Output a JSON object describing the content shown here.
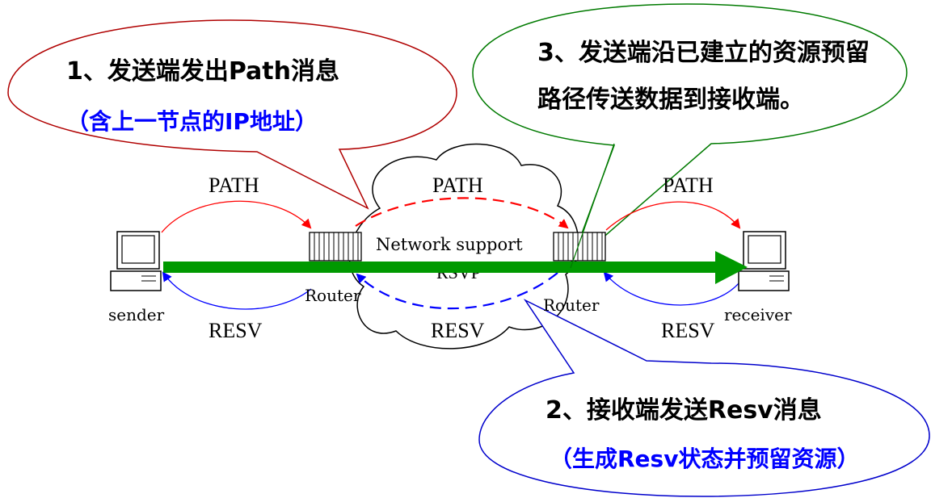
{
  "callouts": {
    "step1": {
      "line1": "1、发送端发出Path消息",
      "line2": "（含上一节点的IP地址）"
    },
    "step2": {
      "line1": "2、接收端发送Resv消息",
      "line2": "（生成Resv状态并预留资源）"
    },
    "step3": {
      "line1": "3、发送端沿已建立的资源预留",
      "line2": "路径传送数据到接收端。"
    }
  },
  "labels": {
    "path_left": "PATH",
    "path_middle": "PATH",
    "path_right": "PATH",
    "resv_left": "RESV",
    "resv_middle": "RESV",
    "resv_right": "RESV",
    "network": "Network support",
    "resv_overlap": "RSVP",
    "router_left": "Router",
    "router_right": "Router",
    "sender": "sender",
    "receiver": "receiver"
  },
  "colors": {
    "callout1": "#b00000",
    "callout2": "#0000cc",
    "callout3": "#007a00",
    "path_arrow": "#ff0000",
    "resv_arrow": "#0000ff",
    "data_flow": "#009900",
    "text_blue": "#0000ff"
  }
}
